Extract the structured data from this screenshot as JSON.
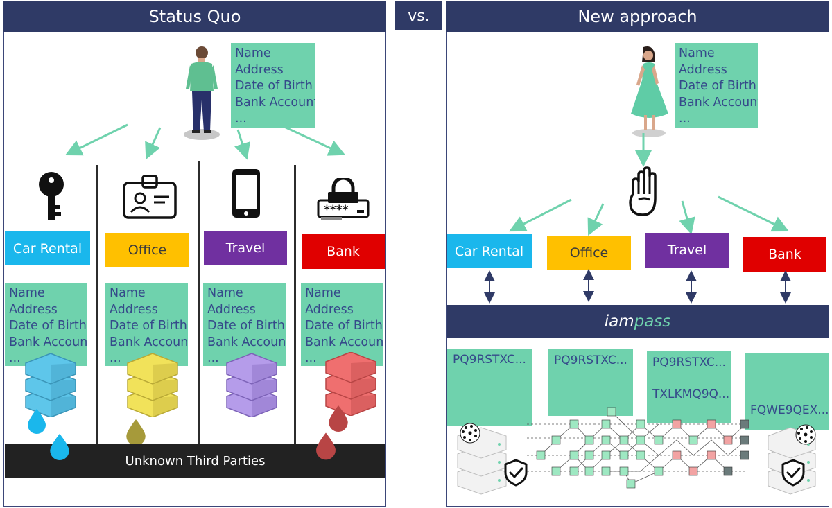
{
  "left_panel": {
    "title": "Status Quo",
    "person_card": [
      "Name",
      "Address",
      "Date of Birth",
      "Bank Account",
      "..."
    ],
    "columns": [
      {
        "label": "Car Rental",
        "color": "#1ab7ec",
        "text_color": "#ffffff",
        "card": [
          "Name",
          "Address",
          "Date of Birth",
          "Bank Account",
          "..."
        ],
        "server_color": "#5ec6ea",
        "drop_color": "#1ab7ec"
      },
      {
        "label": "Office",
        "color": "#ffc000",
        "text_color": "#3b3b3b",
        "card": [
          "Name",
          "Address",
          "Date of Birth",
          "Bank Account",
          "..."
        ],
        "server_color": "#f1e25a",
        "drop_color": "#a69a3a"
      },
      {
        "label": "Travel",
        "color": "#7030a0",
        "text_color": "#ffffff",
        "card": [
          "Name",
          "Address",
          "Date of Birth",
          "Bank Account",
          "..."
        ],
        "server_color": "#b59cea",
        "drop_color": "#b59cea"
      },
      {
        "label": "Bank",
        "color": "#e00000",
        "text_color": "#ffffff",
        "card": [
          "Name",
          "Address",
          "Date of Birth",
          "Bank Account",
          "..."
        ],
        "server_color": "#ef6f6f",
        "drop_color": "#b84545"
      }
    ],
    "bottom_bar": "Unknown Third Parties"
  },
  "vs_label": "vs.",
  "right_panel": {
    "title": "New approach",
    "person_card": [
      "Name",
      "Address",
      "Date of Birth",
      "Bank Account",
      "..."
    ],
    "columns": [
      {
        "label": "Car Rental",
        "color": "#1ab7ec",
        "text_color": "#ffffff"
      },
      {
        "label": "Office",
        "color": "#ffc000",
        "text_color": "#3b3b3b"
      },
      {
        "label": "Travel",
        "color": "#7030a0",
        "text_color": "#ffffff"
      },
      {
        "label": "Bank",
        "color": "#e00000",
        "text_color": "#ffffff"
      }
    ],
    "platform_bar": {
      "prefix": "iam",
      "suffix": "pass"
    },
    "hashes": [
      {
        "lines": [
          "PQ9RSTXC...",
          ""
        ]
      },
      {
        "lines": [
          "PQ9RSTXC...",
          ""
        ]
      },
      {
        "lines": [
          "PQ9RSTXC...",
          "TXLKMQ9Q..."
        ]
      },
      {
        "lines": [
          "",
          "FQWE9QEX..."
        ]
      }
    ]
  },
  "colors": {
    "header": "#2f3a66",
    "card": "#6fd2ad",
    "card_text": "#354a8a",
    "arrow": "#6fd2ad",
    "accent_text": "#6fd2ad"
  },
  "icons": [
    "person-male-icon",
    "person-female-icon",
    "key-icon",
    "id-badge-icon",
    "smartphone-icon",
    "password-lock-icon",
    "raised-hand-icon",
    "server-icon",
    "drop-icon",
    "shield-check-icon",
    "tangle-network-icon"
  ]
}
